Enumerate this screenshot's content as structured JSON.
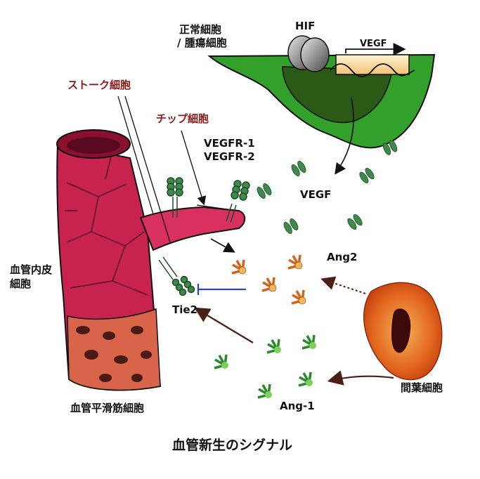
{
  "labels": {
    "normal_cell": "正常細胞",
    "tumor_cell": "/ 腫瘍細胞",
    "hif": "HIF",
    "vegf_gene": "VEGF",
    "stalk_cell": "ストーク細胞",
    "tip_cell": "チップ細胞",
    "vegfr1": "VEGFR-1",
    "vegfr2": "VEGFR-2",
    "vegf": "VEGF",
    "ang2": "Ang2",
    "endothelial_line1": "血管内皮",
    "endothelial_line2": "細胞",
    "tie2": "Tie2",
    "mesenchymal_cell": "間葉細胞",
    "ang1": "Ang-1",
    "smooth_muscle_cell": "血管平滑筋細胞",
    "title": "血管新生のシグナル"
  },
  "colors": {
    "vessel": "#c8234f",
    "smooth_muscle": "#d8644a",
    "tumor_cell": "#2fa12a",
    "vegf_particle": "#3d8a4a",
    "ang2_particle": "#d4631c",
    "ang1_particle": "#2a8a2a",
    "inhibition": "#2946c8",
    "activation": "#5a2a1a",
    "mesenchymal": "#e2661e"
  }
}
